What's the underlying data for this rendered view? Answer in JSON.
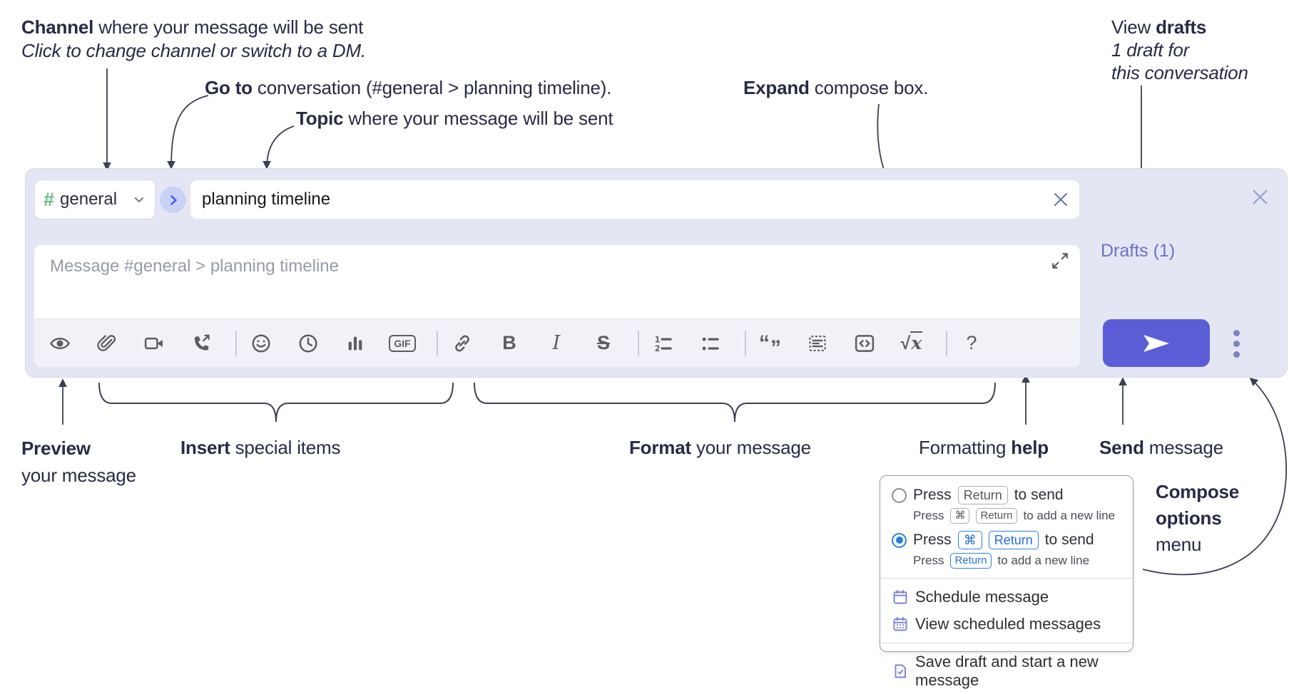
{
  "annotations": {
    "channel": {
      "bold": "Channel",
      "rest": " where your message will be sent",
      "line2": "Click to change channel or switch to a DM."
    },
    "goto": {
      "bold": "Go to",
      "rest": " conversation (#general > planning timeline)."
    },
    "topic": {
      "bold": "Topic",
      "rest": " where your message will be sent"
    },
    "expand": {
      "bold": "Expand",
      "rest": " compose box."
    },
    "view_drafts": {
      "pre": "View ",
      "bold": "drafts",
      "line2": "1 draft for",
      "line3": "this conversation"
    },
    "preview": {
      "bold": "Preview",
      "line2": "your message"
    },
    "insert": {
      "bold": "Insert",
      "rest": " special items"
    },
    "format": {
      "bold": "Format",
      "rest": " your message"
    },
    "formatting_help": {
      "pre": "Formatting ",
      "bold": "help"
    },
    "send": {
      "bold": "Send",
      "rest": " message"
    },
    "compose_options": {
      "line1": "Compose",
      "line2": "options",
      "line3": "menu"
    }
  },
  "compose": {
    "channel_hash": "#",
    "channel_name": "general",
    "topic_value": "planning timeline",
    "message_placeholder": "Message #general > planning timeline",
    "drafts_link": "Drafts (1)",
    "toolbar": {
      "bold_label": "B",
      "italic_label": "I",
      "strike_label": "S",
      "gif_label": "GIF",
      "sqrt_prefix": "√",
      "sqrt_x": "x",
      "help_label": "?",
      "quote_open": "“",
      "quote_close": "”"
    },
    "icon_names": "preview-eye, attach-paperclip, video-call, voice-call, emoji-smiley, global-time-clock, poll-chart, gif, link, bold, italic, strikethrough, numbered-list, bulleted-list, quote, spoiler, code, math, help"
  },
  "options_menu": {
    "row1": {
      "pre": "Press",
      "key": "Return",
      "post": "to send"
    },
    "row1_sub": {
      "pre": "Press",
      "key1": "⌘",
      "key2": "Return",
      "post": "to add a new line"
    },
    "row2": {
      "pre": "Press",
      "key1": "⌘",
      "key2": "Return",
      "post": "to send"
    },
    "row2_sub": {
      "pre": "Press",
      "key": "Return",
      "post": "to add a new line"
    },
    "items": {
      "schedule": "Schedule message",
      "view_scheduled": "View scheduled messages",
      "save_draft": "Save draft and start a new message"
    }
  },
  "colors": {
    "compose_bg": "#e4e6f4",
    "send_button": "#5a5ed6",
    "hash_green": "#6abf87",
    "drafts_link": "#6a73c4",
    "radio_blue": "#2b7cdf",
    "menu_icon_purple": "#7a81d8",
    "annotation_text": "#272b45"
  }
}
